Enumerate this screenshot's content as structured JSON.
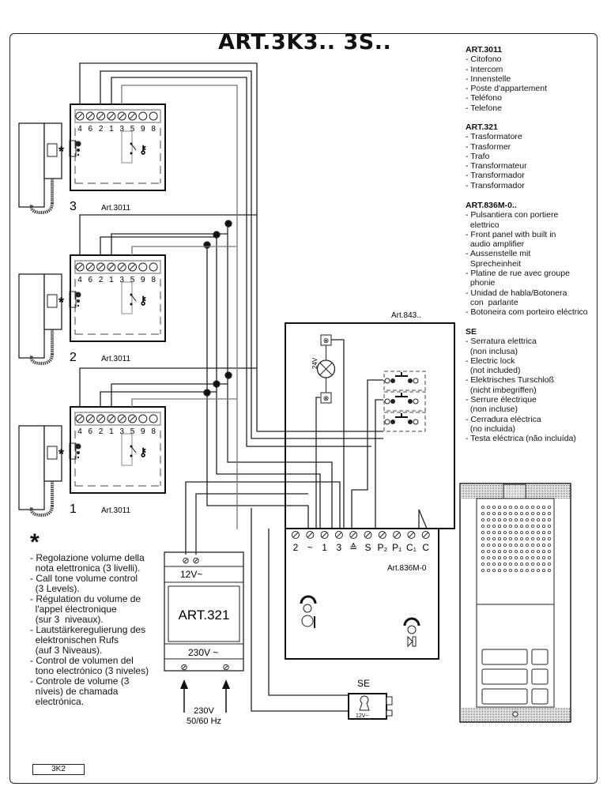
{
  "title": "ART.3K3.. 3S..",
  "legends": {
    "art3011": {
      "heading": "ART.3011",
      "items": [
        "- Citofono",
        "- Intercom",
        "- Innenstelle",
        "- Poste d'appartement",
        "- Teléfono",
        "- Telefone"
      ]
    },
    "art321": {
      "heading": "ART.321",
      "items": [
        "- Trasformatore",
        "- Trasformer",
        "- Trafo",
        "- Transformateur",
        "- Transformador",
        "- Transformador"
      ]
    },
    "art836": {
      "heading": "ART.836M-0..",
      "items": [
        "- Pulsantiera con portiere",
        "  elettrico",
        "- Front panel with built in",
        "  audio amplifier",
        "- Aussenstelle mit",
        "  Sprecheinheit",
        "- Platine de rue avec groupe",
        "  phonie",
        "- Unidad de habla/Botonera",
        "  con  parlante",
        "- Botoneira com porteiro eléctrico"
      ]
    },
    "se": {
      "heading": "SE",
      "items": [
        "- Serratura elettrica",
        "  (non inclusa)",
        "- Electric lock",
        "  (not included)",
        "- Elektrisches Turschloß",
        "  (nicht imbegriffen)",
        "- Serrure électrique",
        "  (non incluse)",
        "- Cerradura eléctrica",
        "  (no incluida)",
        "- Testa eléctrica (não incluída)"
      ]
    }
  },
  "note": {
    "symbol": "*",
    "items": [
      "- Regolazione volume della",
      "  nota elettronica (3 livelli).",
      "- Call tone volume control",
      "  (3 Levels).",
      "- Régulation du volume de",
      "  l'appel électronique",
      "  (sur 3  niveaux).",
      "- Lautstärkeregulierung des",
      "  elektronischen Rufs",
      "  (auf 3 Niveaus).",
      "- Control de volumen del",
      "  tono electrónico (3 niveles)",
      "- Controle de volume (3",
      "  níveis) de chamada",
      "  electrónica."
    ]
  },
  "intercoms": [
    {
      "number": "3",
      "model": "Art.3011"
    },
    {
      "number": "2",
      "model": "Art.3011"
    },
    {
      "number": "1",
      "model": "Art.3011"
    }
  ],
  "intercom_terminals": [
    "4",
    "6",
    "2",
    "1",
    "3",
    "5",
    "9",
    "8"
  ],
  "transformer": {
    "model": "ART.321",
    "output": "12V~",
    "input": "230V ~",
    "supply_line1": "230V",
    "supply_line2": "50/60 Hz"
  },
  "button_module": {
    "model": "Art.843..",
    "lamp_voltage": "24V"
  },
  "front_panel": {
    "model": "Art.836M-0",
    "terminals": [
      "2",
      "~",
      "1",
      "3",
      "≙",
      "S",
      "P₂",
      "P₁",
      "C₁",
      "C"
    ]
  },
  "lock": {
    "label": "SE",
    "voltage": "12V~"
  },
  "code": "3K2"
}
